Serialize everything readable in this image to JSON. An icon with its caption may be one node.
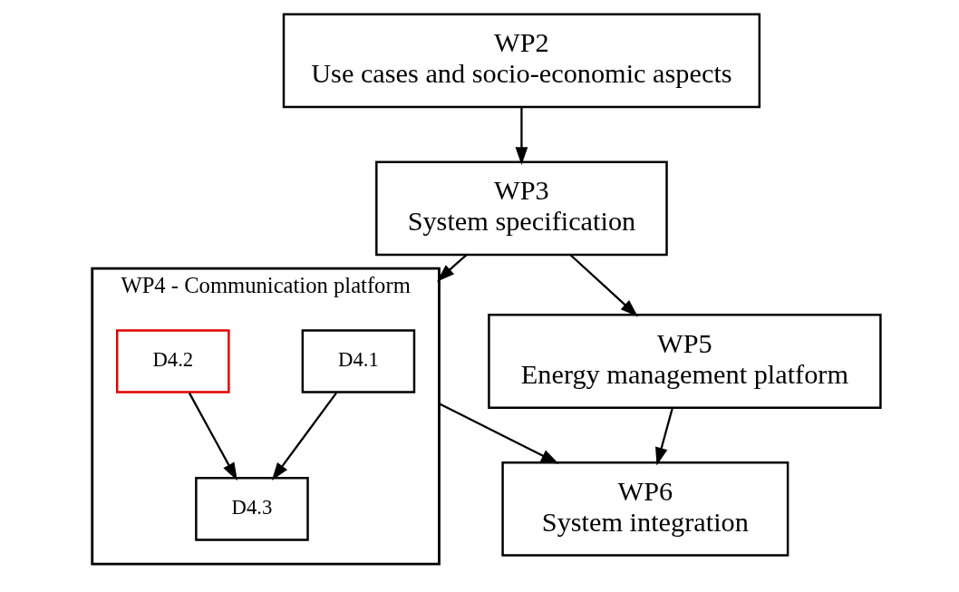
{
  "diagram": {
    "nodes": [
      {
        "text": [
          "WP2",
          "Use cases and socio-economic aspects"
        ]
      },
      {
        "text": [
          "WP3",
          "System specification"
        ]
      },
      {
        "text": [
          "WP4 - Communication platform"
        ]
      },
      {
        "text": [
          "D4.1"
        ],
        "in": 2
      },
      {
        "text": [
          "D4.2"
        ],
        "in": 2
      },
      {
        "text": [
          "D4.3"
        ],
        "in": 2
      },
      {
        "text": [
          "WP5",
          "Energy management platform"
        ]
      },
      {
        "text": [
          "WP6",
          "System integration"
        ]
      }
    ],
    "edges": [
      {
        "from": 0,
        "to": 1,
        "arrow": "to"
      },
      {
        "from": 1,
        "to": 2,
        "arrow": "to"
      },
      {
        "from": 1,
        "to": 6,
        "arrow": "to"
      },
      {
        "from": 3,
        "to": 5,
        "arrow": "to"
      },
      {
        "from": 4,
        "to": 5,
        "arrow": "to"
      },
      {
        "from": 2,
        "to": 7,
        "arrow": "to"
      },
      {
        "from": 6,
        "to": 7,
        "arrow": "to"
      }
    ]
  }
}
